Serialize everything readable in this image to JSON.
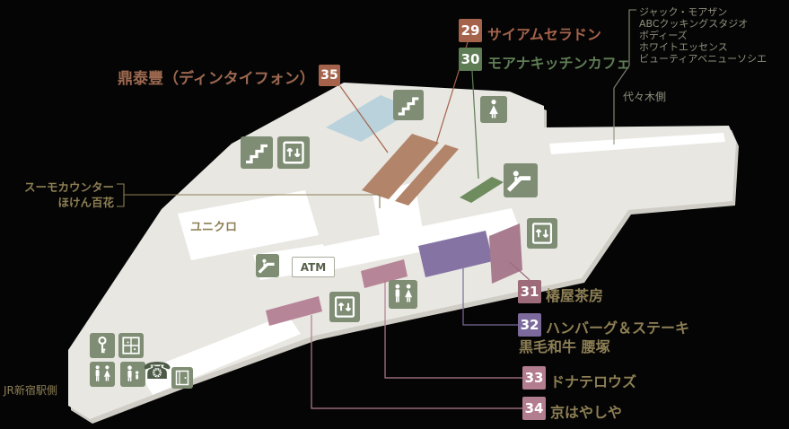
{
  "colors": {
    "background": "#050505",
    "floor": "#e8e7e2",
    "floor_edge": "#cfcdc5",
    "walkway": "#ffffff",
    "icon_bg": "#7e8d73",
    "blue_block": "#b9d2dc",
    "phone_icon": "#4e5c47"
  },
  "stores": [
    {
      "no": "29",
      "name": "サイアムセラドン",
      "color": "#a5634b",
      "block_color": "#b2846a",
      "label_color": "#a5634b"
    },
    {
      "no": "30",
      "name": "モアナキッチンカフェ",
      "color": "#5f7d55",
      "block_color": "#6f8c5e",
      "label_color": "#5f7d55"
    },
    {
      "no": "31",
      "name": "椿屋茶房",
      "color": "#9d6b7a",
      "block_color": "#a87b8e",
      "label_color": "#8d7f55"
    },
    {
      "no": "32",
      "name": "ハンバーグ＆ステーキ",
      "name_line2": "黒毛和牛 腰塚",
      "color": "#7b6a9b",
      "block_color": "#8573a4",
      "label_color": "#8d7f55"
    },
    {
      "no": "33",
      "name": "ドナテロウズ",
      "color": "#b27d8e",
      "block_color": "#b78598",
      "label_color": "#8d7f55"
    },
    {
      "no": "34",
      "name": "京はやしや",
      "color": "#b27d8e",
      "block_color": "#b78598",
      "label_color": "#8d7f55"
    },
    {
      "no": "35",
      "name": "鼎泰豐（ディンタイフォン）",
      "color": "#a5634b",
      "block_color": "#b2846a",
      "label_color": "#9c6850"
    }
  ],
  "side_list": [
    "ジャック・モアザン",
    "ABCクッキングスタジオ",
    "ボディーズ",
    "ホワイトエッセンス",
    "ビューティアベニューソシエ"
  ],
  "area_labels": {
    "uniqlo": "ユニクロ",
    "suumo_line1": "スーモカウンター",
    "suumo_line2": "ほけん百花",
    "atm": "ATM",
    "yoyogi_side": "代々木側",
    "jr_shinjuku_side": "JR新宿駅側"
  },
  "icons": {
    "phone": "☎"
  }
}
